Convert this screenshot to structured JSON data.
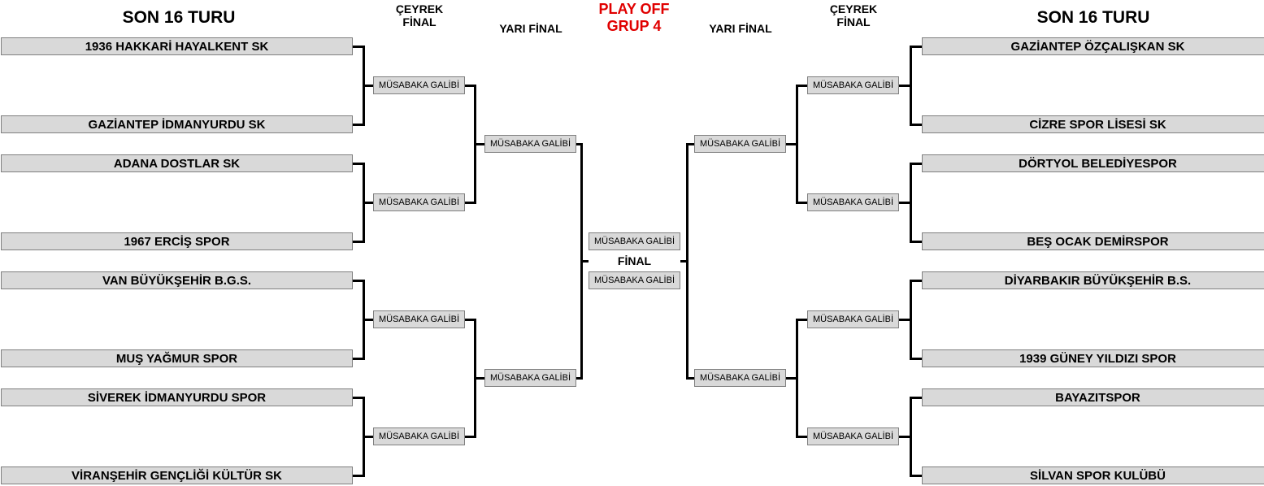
{
  "headers": {
    "left_r16": "SON 16 TURU",
    "right_r16": "SON 16 TURU",
    "qf_line1": "ÇEYREK",
    "qf_line2": "FİNAL",
    "sf": "YARI FİNAL",
    "title_line1": "PLAY OFF",
    "title_line2": "GRUP 4"
  },
  "left_teams": [
    "1936 HAKKARİ HAYALKENT SK",
    "GAZİANTEP İDMANYURDU SK",
    "ADANA DOSTLAR SK",
    "1967 ERCİŞ SPOR",
    "VAN BÜYÜKŞEHİR B.G.S.",
    "MUŞ YAĞMUR SPOR",
    "SİVEREK İDMANYURDU SPOR",
    "VİRANŞEHİR GENÇLİĞİ KÜLTÜR SK"
  ],
  "right_teams": [
    "GAZİANTEP ÖZÇALIŞKAN SK",
    "CİZRE SPOR LİSESİ SK",
    "DÖRTYOL BELEDİYESPOR",
    "BEŞ OCAK DEMİRSPOR",
    "DİYARBAKIR BÜYÜKŞEHİR B.S.",
    "1939 GÜNEY YILDIZI SPOR",
    "BAYAZITSPOR",
    "SİLVAN SPOR KULÜBÜ"
  ],
  "winner_label": "MÜSABAKA GALİBİ",
  "final_label": "FİNAL"
}
